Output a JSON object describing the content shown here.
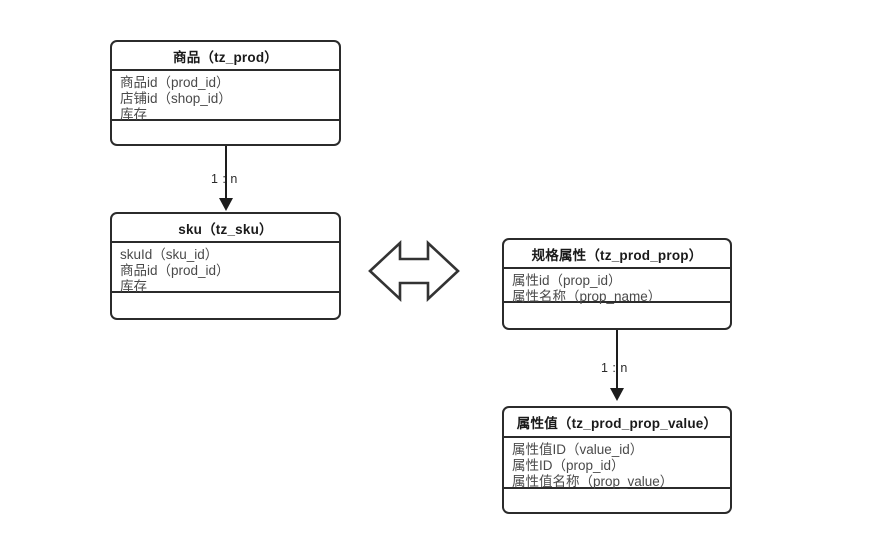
{
  "diagram": {
    "title": "",
    "entities": [
      {
        "id": "tz_prod",
        "name": "商品（tz_prod）",
        "attributes": [
          "商品id（prod_id）",
          "店铺id（shop_id）",
          "库存"
        ]
      },
      {
        "id": "tz_sku",
        "name": "sku（tz_sku）",
        "attributes": [
          "skuId（sku_id）",
          "商品id（prod_id）",
          "库存"
        ]
      },
      {
        "id": "tz_prod_prop",
        "name": "规格属性（tz_prod_prop）",
        "attributes": [
          "属性id（prop_id）",
          "属性名称（prop_name）"
        ]
      },
      {
        "id": "tz_prod_prop_value",
        "name": "属性值（tz_prod_prop_value）",
        "attributes": [
          "属性值ID（value_id）",
          "属性ID（prop_id）",
          "属性值名称（prop_value）"
        ]
      }
    ],
    "relations": [
      {
        "id": "prod-to-sku",
        "label": "1 : n",
        "from": "tz_prod",
        "to": "tz_sku",
        "kind": "vertical-arrow"
      },
      {
        "id": "prop-to-prop-value",
        "label": "1 : n",
        "from": "tz_prod_prop",
        "to": "tz_prod_prop_value",
        "kind": "vertical-arrow"
      },
      {
        "id": "sku-to-prop",
        "label": "",
        "from": "tz_sku",
        "to": "tz_prod_prop",
        "kind": "double-headed-arrow"
      }
    ],
    "colors": {
      "border": "#2b2b2b",
      "title_text": "#1a1a1a",
      "attribute_text": "#4a4a4a",
      "connector": "#1d1d1d",
      "background": "#ffffff"
    }
  }
}
